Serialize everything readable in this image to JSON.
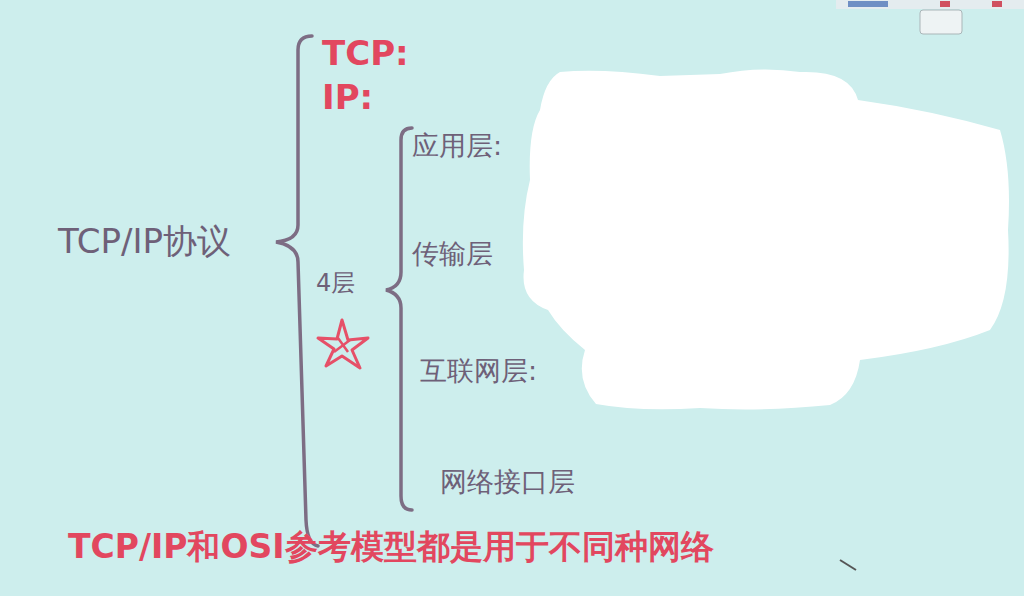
{
  "diagram": {
    "labels": [
      "TCP/IP协议",
      "TCP:",
      "IP:",
      "4层",
      "应用层:",
      "传输层",
      "互联网层:",
      "网络接口层",
      "TCP/IP和OSI参考模型都是用于不同种网络"
    ]
  }
}
